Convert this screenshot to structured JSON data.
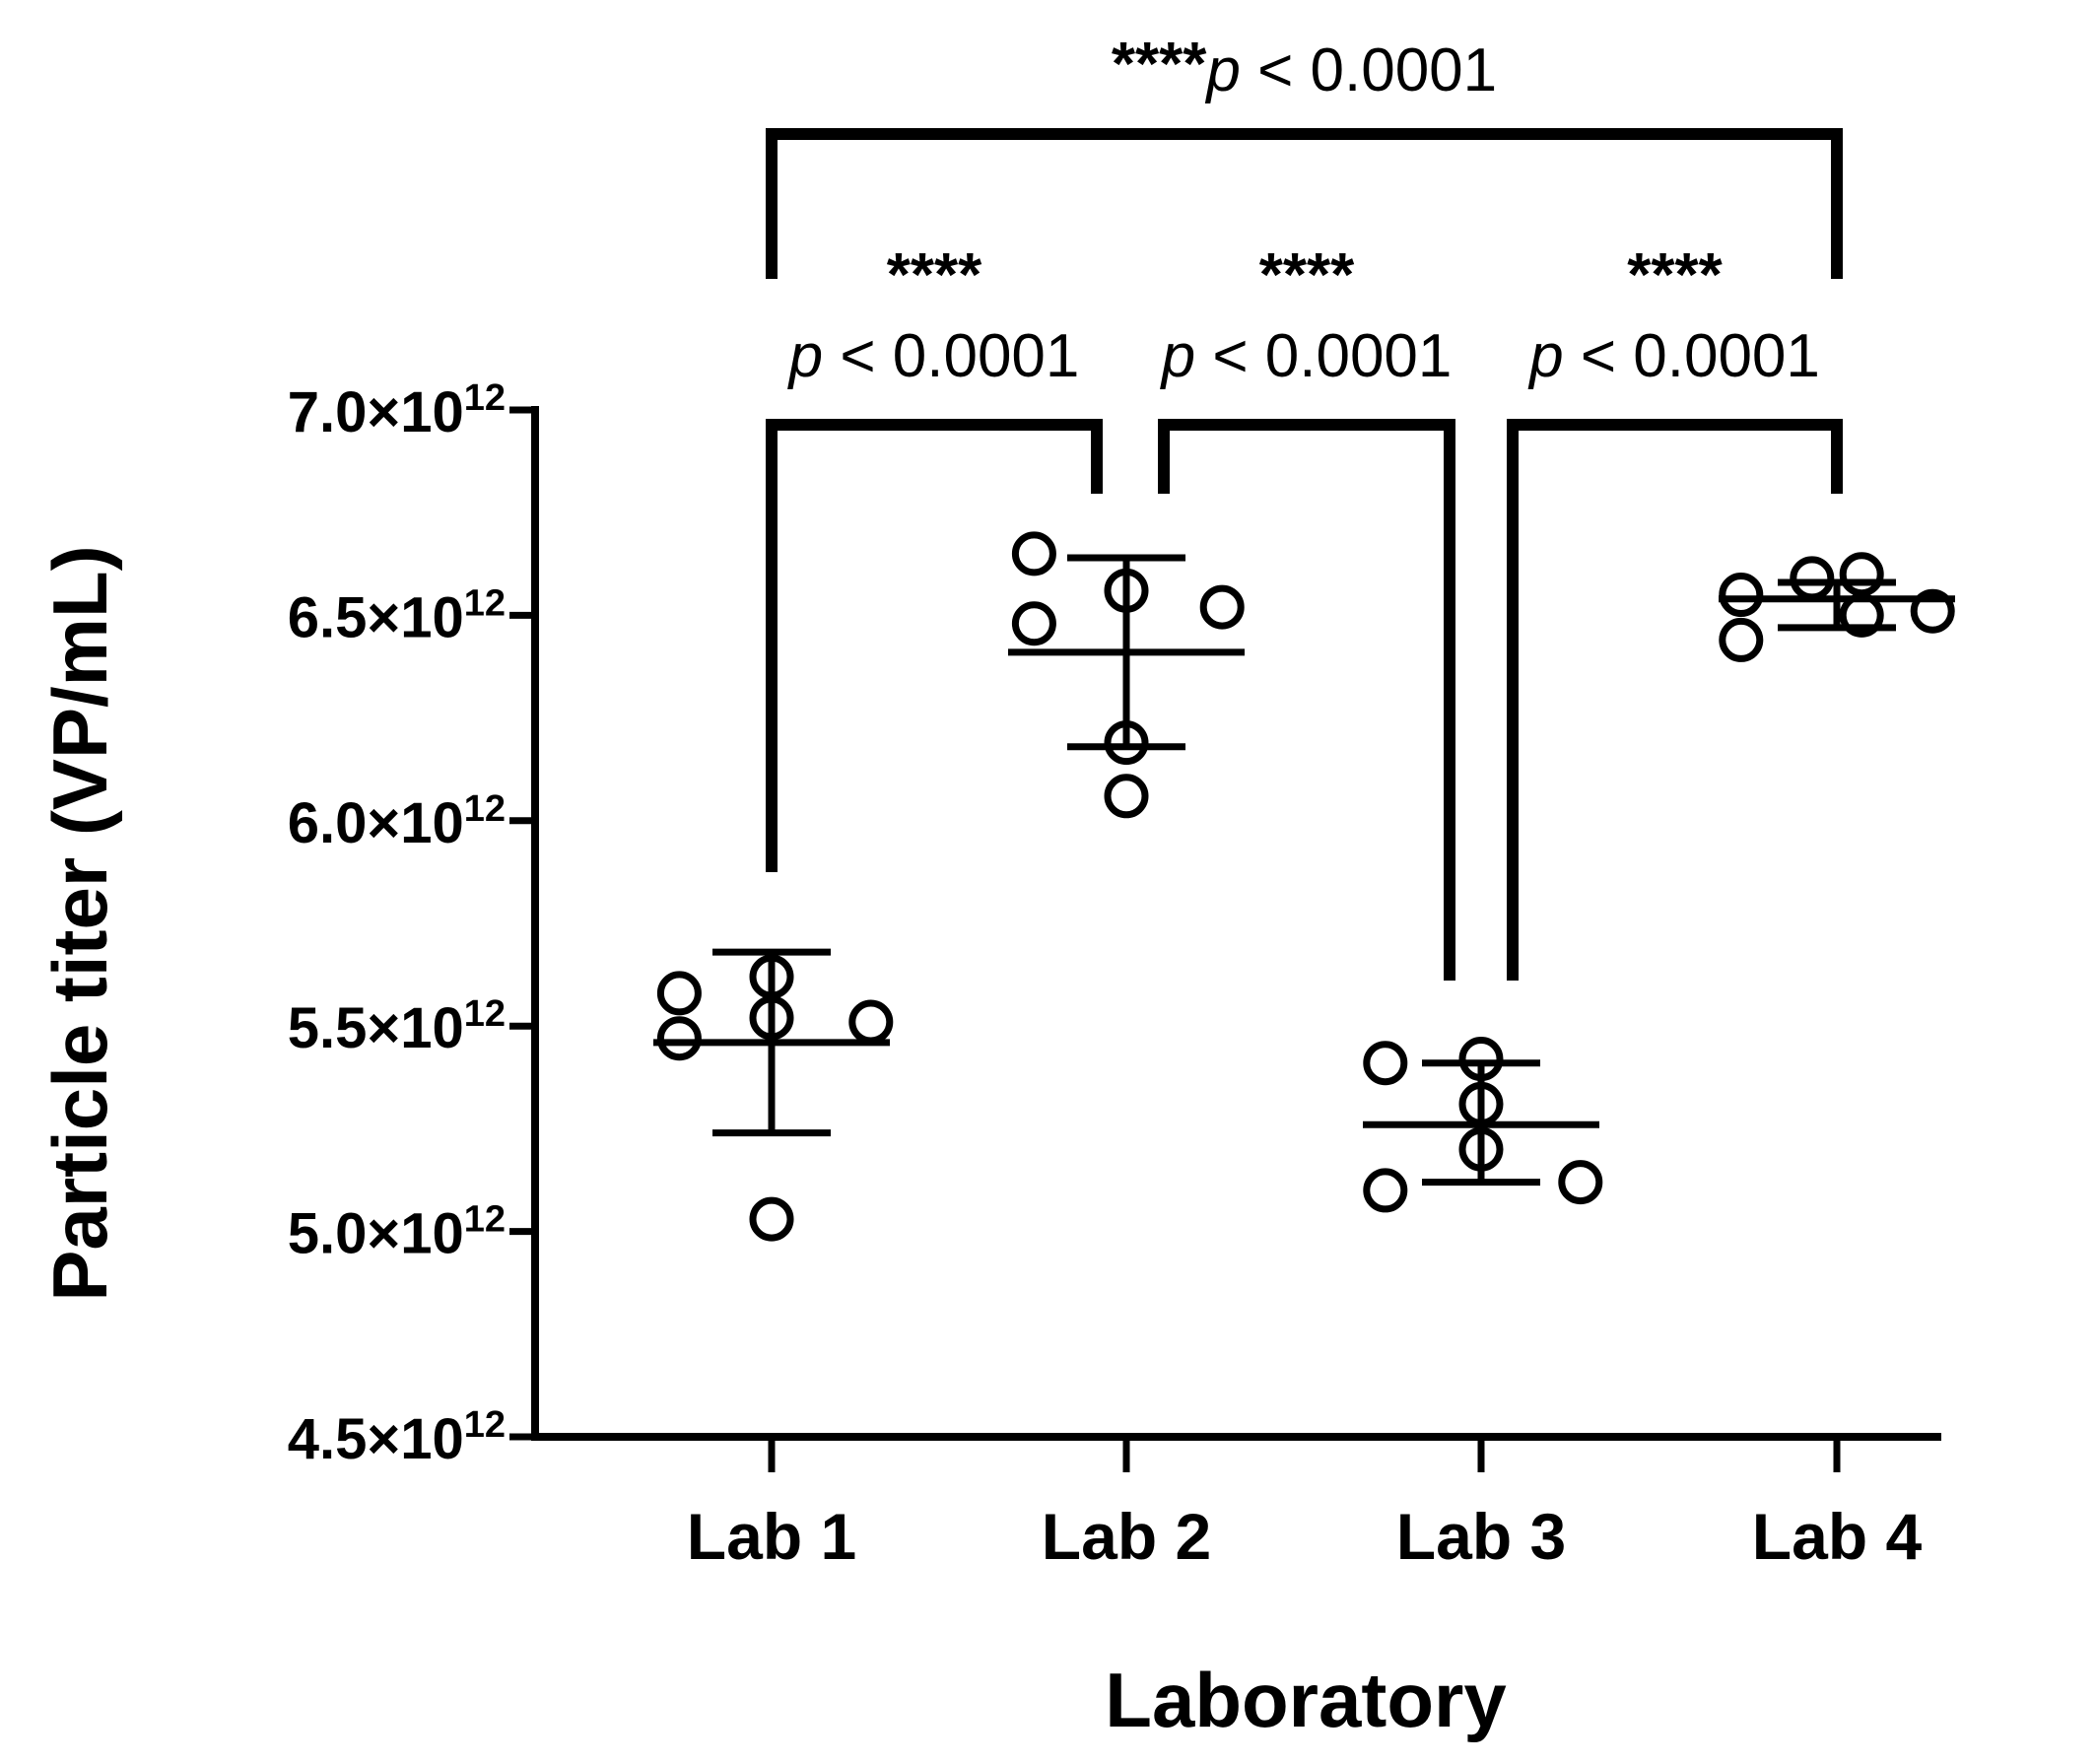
{
  "chart_data": {
    "type": "scatter",
    "xlabel": "Laboratory",
    "ylabel": "Particle titer (VP/mL)",
    "categories": [
      "Lab 1",
      "Lab 2",
      "Lab 3",
      "Lab 4"
    ],
    "ylim": [
      4500000000000.0,
      7000000000000.0
    ],
    "yticks": [
      {
        "value": 4500000000000.0,
        "mantissa": "4.5",
        "times": "×10",
        "exponent": "12"
      },
      {
        "value": 5000000000000.0,
        "mantissa": "5.0",
        "times": "×10",
        "exponent": "12"
      },
      {
        "value": 5500000000000.0,
        "mantissa": "5.5",
        "times": "×10",
        "exponent": "12"
      },
      {
        "value": 6000000000000.0,
        "mantissa": "6.0",
        "times": "×10",
        "exponent": "12"
      },
      {
        "value": 6500000000000.0,
        "mantissa": "6.5",
        "times": "×10",
        "exponent": "12"
      },
      {
        "value": 7000000000000.0,
        "mantissa": "7.0",
        "times": "×10",
        "exponent": "12"
      }
    ],
    "groups": [
      {
        "category": "Lab 1",
        "mean": 5460000000000.0,
        "sd_upper": 5680000000000.0,
        "sd_lower": 5240000000000.0,
        "points": [
          {
            "offset": -0.26,
            "y": 5580000000000.0
          },
          {
            "offset": -0.26,
            "y": 5470000000000.0
          },
          {
            "offset": 0.0,
            "y": 5620000000000.0
          },
          {
            "offset": 0.0,
            "y": 5520000000000.0
          },
          {
            "offset": 0.28,
            "y": 5510000000000.0
          },
          {
            "offset": 0.0,
            "y": 5030000000000.0
          }
        ]
      },
      {
        "category": "Lab 2",
        "mean": 6410000000000.0,
        "sd_upper": 6640000000000.0,
        "sd_lower": 6180000000000.0,
        "points": [
          {
            "offset": -0.26,
            "y": 6650000000000.0
          },
          {
            "offset": -0.26,
            "y": 6480000000000.0
          },
          {
            "offset": 0.0,
            "y": 6560000000000.0
          },
          {
            "offset": 0.27,
            "y": 6520000000000.0
          },
          {
            "offset": 0.0,
            "y": 6190000000000.0
          },
          {
            "offset": 0.0,
            "y": 6060000000000.0
          }
        ]
      },
      {
        "category": "Lab 3",
        "mean": 5260000000000.0,
        "sd_upper": 5410000000000.0,
        "sd_lower": 5120000000000.0,
        "points": [
          {
            "offset": -0.27,
            "y": 5410000000000.0
          },
          {
            "offset": 0.0,
            "y": 5420000000000.0
          },
          {
            "offset": 0.0,
            "y": 5310000000000.0
          },
          {
            "offset": 0.0,
            "y": 5200000000000.0
          },
          {
            "offset": -0.27,
            "y": 5100000000000.0
          },
          {
            "offset": 0.28,
            "y": 5120000000000.0
          }
        ]
      },
      {
        "category": "Lab 4",
        "mean": 6540000000000.0,
        "sd_upper": 6580000000000.0,
        "sd_lower": 6470000000000.0,
        "points": [
          {
            "offset": -0.27,
            "y": 6550000000000.0
          },
          {
            "offset": -0.27,
            "y": 6440000000000.0
          },
          {
            "offset": -0.07,
            "y": 6590000000000.0
          },
          {
            "offset": 0.07,
            "y": 6600000000000.0
          },
          {
            "offset": 0.07,
            "y": 6500000000000.0
          },
          {
            "offset": 0.27,
            "y": 6510000000000.0
          }
        ]
      }
    ],
    "comparisons": [
      {
        "from": "Lab 1",
        "to": "Lab 2",
        "stars": "****",
        "p_prefix": "p",
        "p_rest": " < 0.0001"
      },
      {
        "from": "Lab 2",
        "to": "Lab 3",
        "stars": "****",
        "p_prefix": "p",
        "p_rest": " < 0.0001"
      },
      {
        "from": "Lab 3",
        "to": "Lab 4",
        "stars": "****",
        "p_prefix": "p",
        "p_rest": " < 0.0001"
      },
      {
        "from": "Lab 1",
        "to": "Lab 4",
        "stars": "****",
        "p_prefix": "p",
        "p_rest": " < 0.0001"
      }
    ],
    "marker": "open-circle",
    "error_bars": "mean ± SD",
    "grid": false,
    "color": "#000000"
  }
}
